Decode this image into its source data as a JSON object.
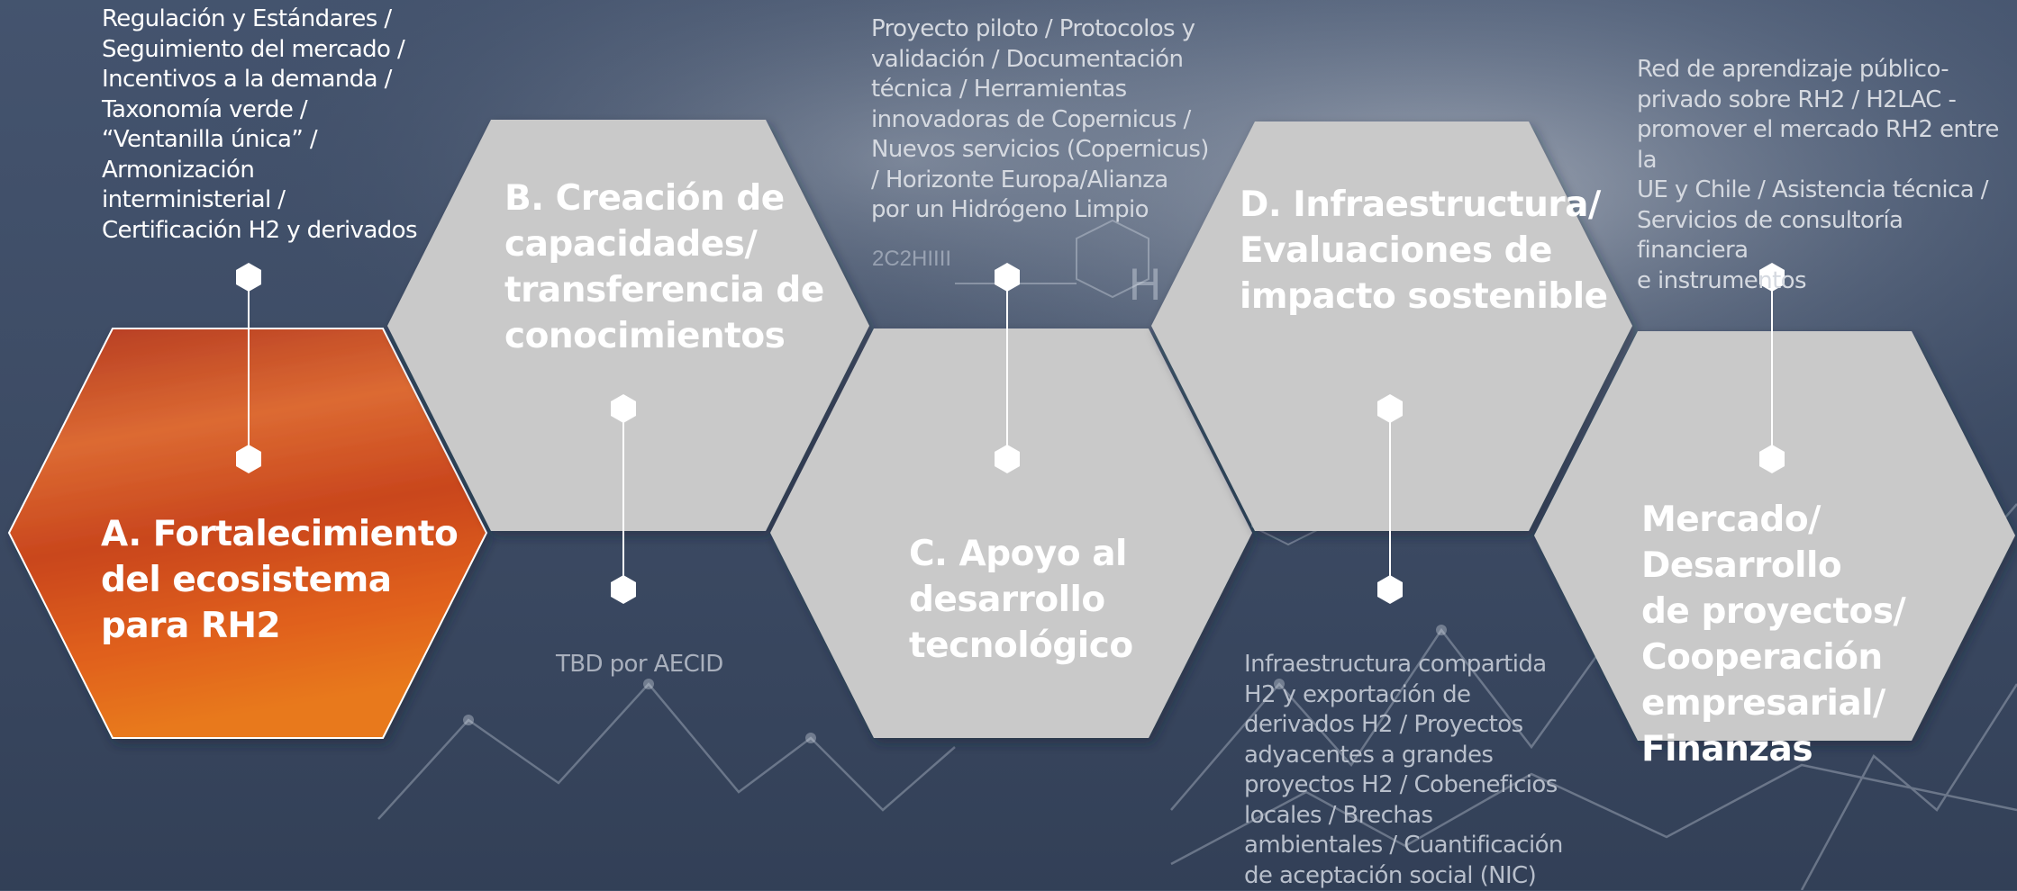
{
  "colors": {
    "background": "#3f4e67",
    "hexagon_gray": "#c9c9c9",
    "hexagon_orange_top": "#c8401f",
    "hexagon_orange_bottom": "#e06514",
    "connector": "#ffffff"
  },
  "hexagons": [
    {
      "id": "A",
      "label": "A. Fortalecimiento\ndel ecosistema\npara RH2"
    },
    {
      "id": "B",
      "label": "B. Creación de\ncapacidades/\ntransferencia de\nconocimientos"
    },
    {
      "id": "C",
      "label": "C. Apoyo al\ndesarrollo\ntecnológico"
    },
    {
      "id": "D",
      "label": "D. Infraestructura/\nEvaluaciones de\nimpacto sostenible"
    },
    {
      "id": "E",
      "label": "Mercado/ Desarrollo\nde proyectos/\nCooperación\nempresarial/\nFinanzas"
    }
  ],
  "descriptions": {
    "A": "Regulación y Estándares /\nSeguimiento del mercado /\nIncentivos a la demanda /\nTaxonomía verde /\n“Ventanilla única” /\nArmonización\ninterministerial /\nCertificación H2 y derivados",
    "B": "TBD por AECID",
    "C": "Proyecto piloto / Protocolos y\nvalidación / Documentación\ntécnica / Herramientas\ninnovadoras de Copernicus /\nNuevos servicios (Copernicus)\n/ Horizonte Europa/Alianza\npor un Hidrógeno Limpio",
    "D": "Infraestructura compartida\nH2 y exportación de\nderivados H2 / Proyectos\nadyacentes a grandes\nproyectos H2 / Cobeneficios\nlocales / Brechas\nambientales / Cuantificación\nde aceptación social (NIC)",
    "E": "Red de aprendizaje público-\nprivado sobre RH2 / H2LAC -\npromover el mercado RH2 entre la\nUE y Chile / Asistencia técnica /\nServicios de consultoría financiera\ne instrumentos"
  },
  "background_text": {
    "formula": "2C2HIIII",
    "element": "H"
  }
}
